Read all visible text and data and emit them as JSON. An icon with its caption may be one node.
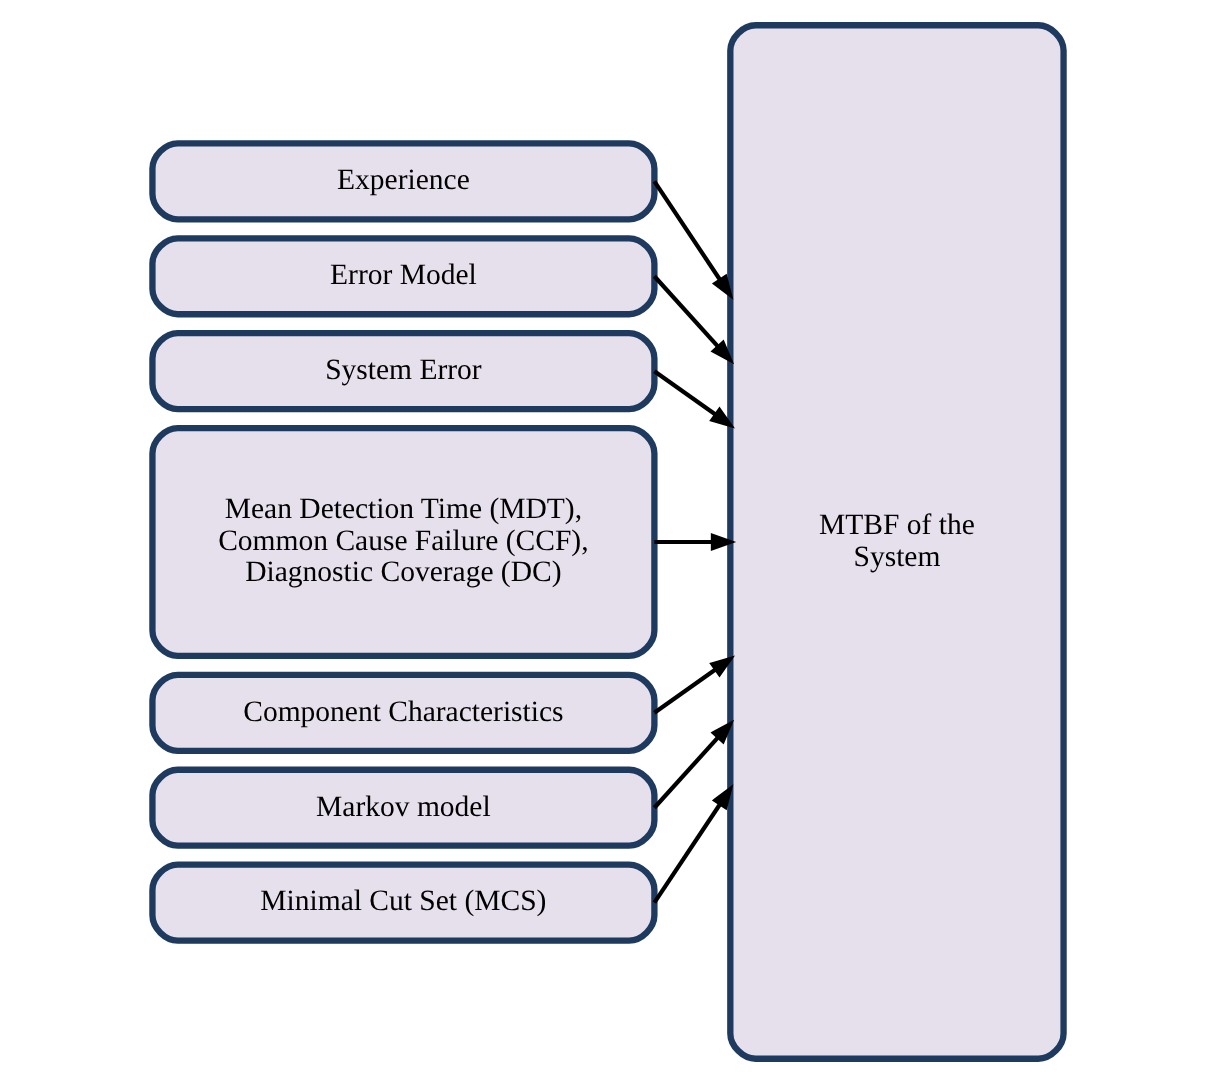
{
  "diagram": {
    "nodes": [
      {
        "text": [
          "Experience"
        ]
      },
      {
        "text": [
          "Error Model"
        ]
      },
      {
        "text": [
          "System Error"
        ]
      },
      {
        "text": [
          "Mean Detection Time (MDT), Common Cause Failure (CCF), Diagnostic Coverage (DC)"
        ]
      },
      {
        "text": [
          "Component Characteristics"
        ]
      },
      {
        "text": [
          "Markov model"
        ]
      },
      {
        "text": [
          "Minimal Cut Set (MCS)"
        ]
      },
      {
        "text": [
          "MTBF of the System"
        ]
      }
    ],
    "edges": [
      {
        "from": 0,
        "to": 7,
        "arrow": "to"
      },
      {
        "from": 1,
        "to": 7,
        "arrow": "to"
      },
      {
        "from": 2,
        "to": 7,
        "arrow": "to"
      },
      {
        "from": 3,
        "to": 7,
        "arrow": "to"
      },
      {
        "from": 4,
        "to": 7,
        "arrow": "to"
      },
      {
        "from": 5,
        "to": 7,
        "arrow": "to"
      },
      {
        "from": 6,
        "to": 7,
        "arrow": "to"
      }
    ]
  }
}
